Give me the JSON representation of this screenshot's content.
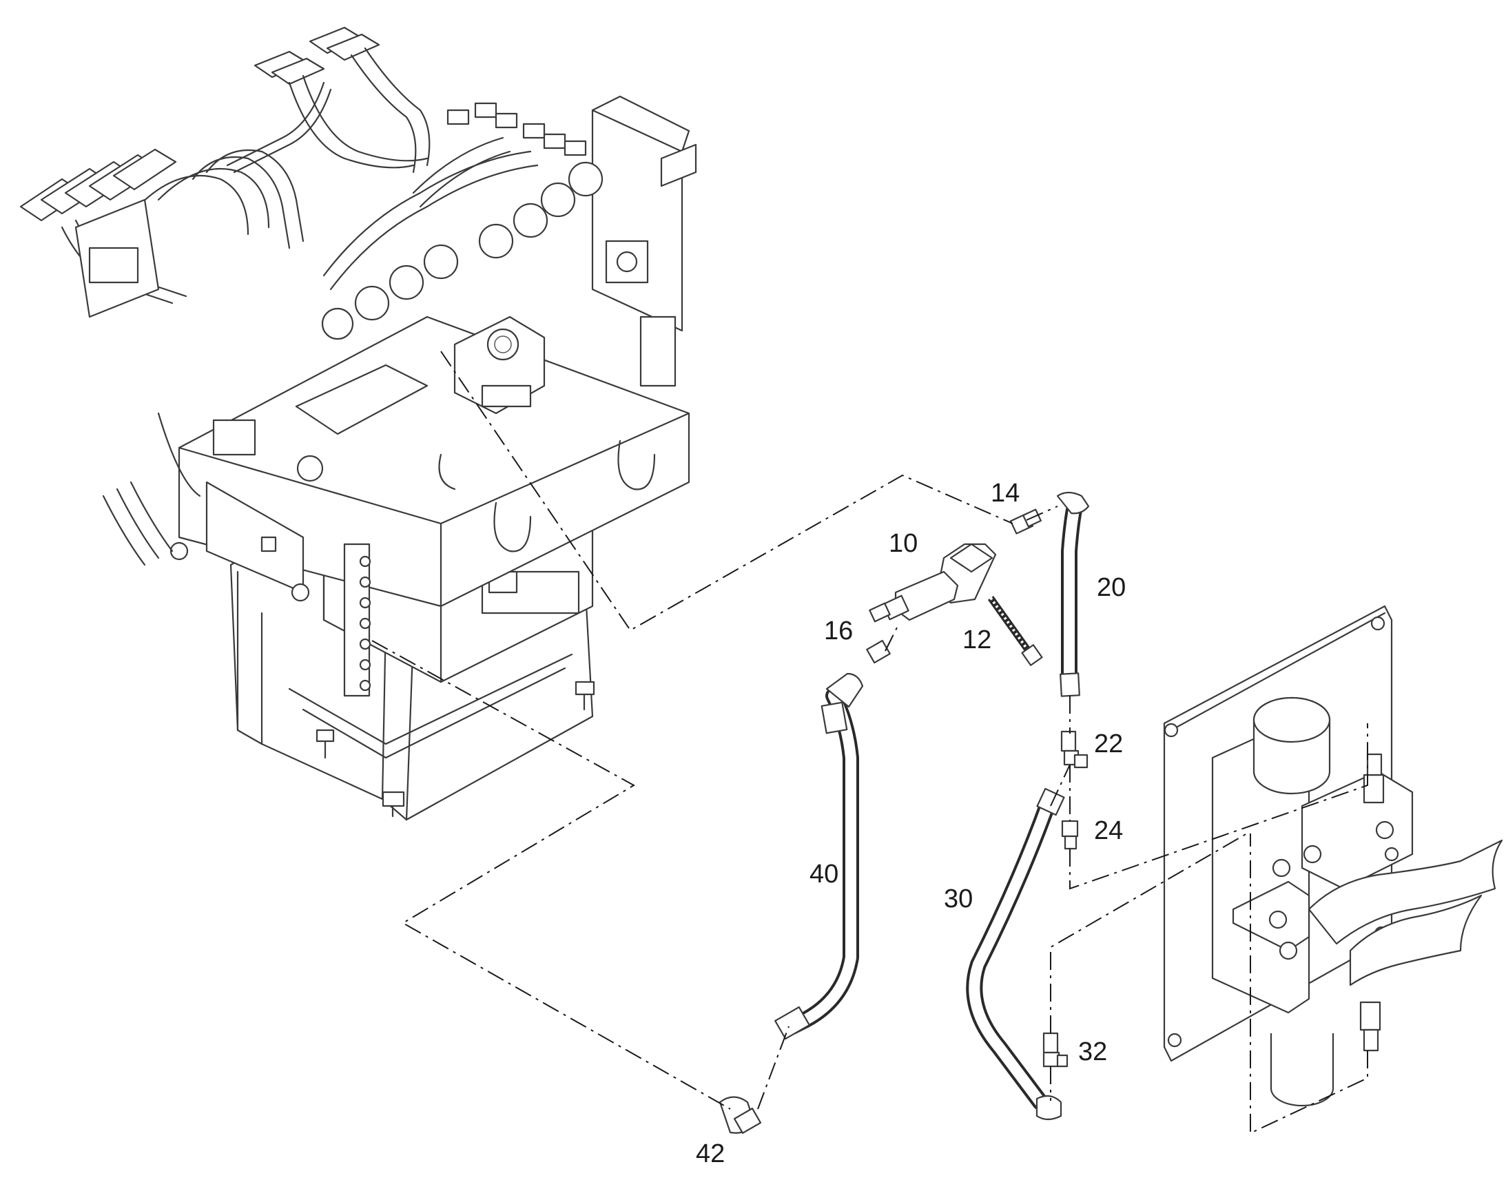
{
  "callouts": [
    {
      "id": "10",
      "text": "10"
    },
    {
      "id": "12",
      "text": "12"
    },
    {
      "id": "14",
      "text": "14"
    },
    {
      "id": "16",
      "text": "16"
    },
    {
      "id": "20",
      "text": "20"
    },
    {
      "id": "22",
      "text": "22"
    },
    {
      "id": "24",
      "text": "24"
    },
    {
      "id": "30",
      "text": "30"
    },
    {
      "id": "32",
      "text": "32"
    },
    {
      "id": "40",
      "text": "40"
    },
    {
      "id": "42",
      "text": "42"
    }
  ],
  "colors": {
    "line": "#3a3a3a",
    "hose": "#2a2a2a",
    "leader": "#1a1a1a",
    "background": "#ffffff"
  }
}
